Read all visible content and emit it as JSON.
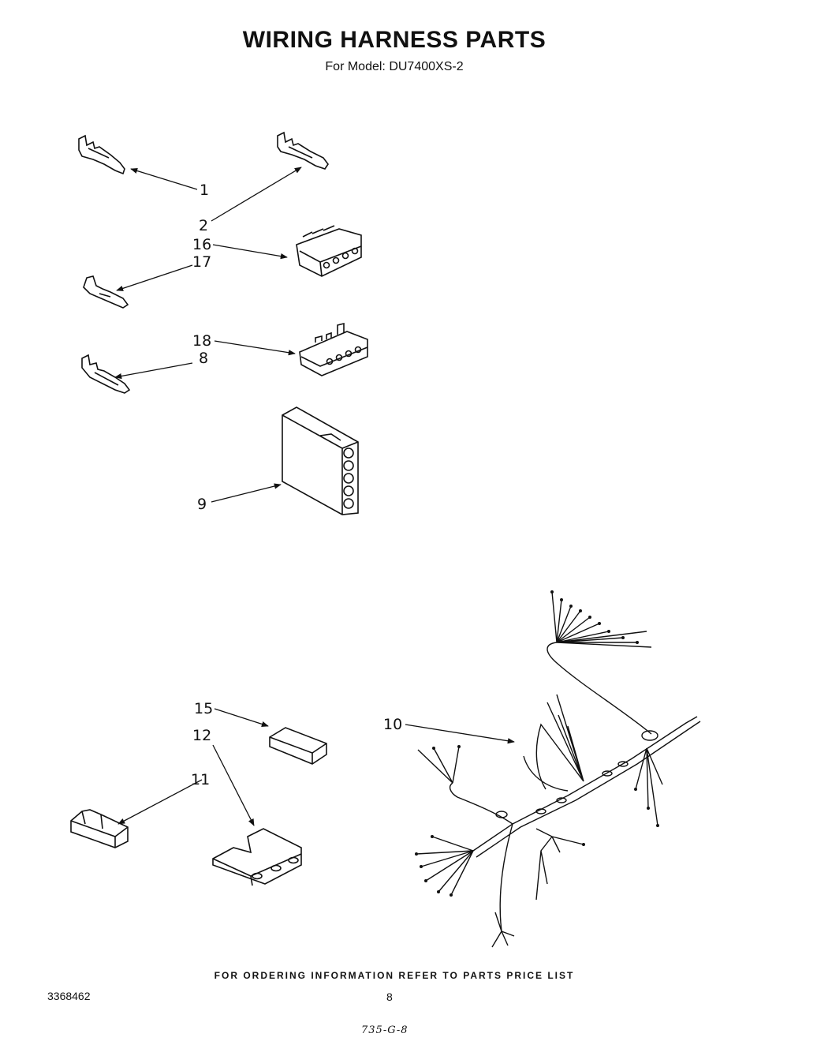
{
  "header": {
    "title": "WIRING HARNESS PARTS",
    "subtitle": "For Model: DU7400XS-2"
  },
  "callouts": {
    "c1": "1",
    "c2": "2",
    "c16": "16",
    "c17": "17",
    "c18": "18",
    "c8": "8",
    "c9": "9",
    "c15": "15",
    "c12": "12",
    "c11": "11",
    "c10": "10"
  },
  "footer": {
    "ordering_note": "FOR ORDERING INFORMATION REFER TO PARTS PRICE LIST",
    "doc_number": "3368462",
    "page_number": "8",
    "handwritten_note": "735-G-8"
  }
}
